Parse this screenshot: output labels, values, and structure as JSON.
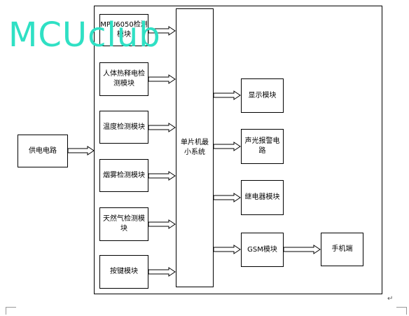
{
  "watermark": "MCUclub",
  "modules_left": [
    "MPU6050检测模块",
    "人体热释电检测模块",
    "温度检测模块",
    "烟雾检测模块",
    "天然气检测模块",
    "按键模块"
  ],
  "power": "供电电路",
  "mcu": "单片机最小系统",
  "modules_right": [
    "显示模块",
    "声光报警电路",
    "继电器模块",
    "GSM模块"
  ],
  "phone": "手机端",
  "paragraph_mark": "↵"
}
